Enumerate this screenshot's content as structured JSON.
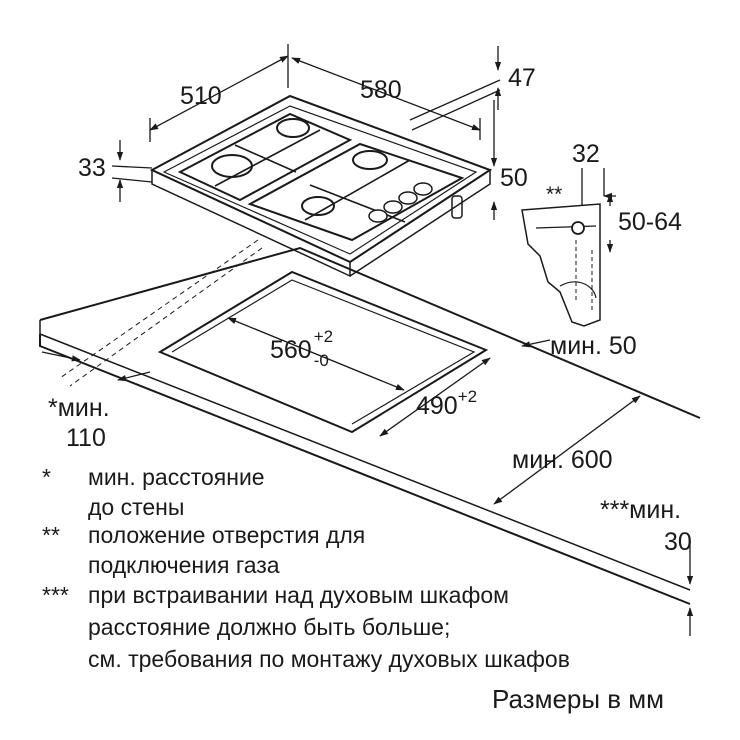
{
  "dimensions": {
    "hob_width": "580",
    "hob_depth": "510",
    "hob_height_top": "47",
    "hob_height_side": "33",
    "hob_height_right": "50",
    "gas_offset": "32",
    "gas_height": "50-64",
    "gas_marker": "**",
    "cutout_width": "560",
    "cutout_width_tol_plus": "+2",
    "cutout_width_tol_minus": "-0",
    "cutout_depth": "490",
    "cutout_depth_tol": "+2",
    "min_edge": "мин. 50",
    "min_wall_line1": "*мин.",
    "min_wall_line2": "110",
    "min_worktop": "мин. 600",
    "min_oven_line1": "***мин.",
    "min_oven_line2": "30"
  },
  "notes": [
    {
      "mark": "*",
      "lines": [
        "мин. расстояние",
        "до стены"
      ]
    },
    {
      "mark": "**",
      "lines": [
        "положение отверстия для",
        "подключения газа"
      ]
    },
    {
      "mark": "***",
      "lines": [
        "при встраивании над духовым шкафом",
        "расстояние должно быть больше;",
        "см. требования по монтажу духовых шкафов"
      ]
    }
  ],
  "units_caption": "Размеры в мм"
}
